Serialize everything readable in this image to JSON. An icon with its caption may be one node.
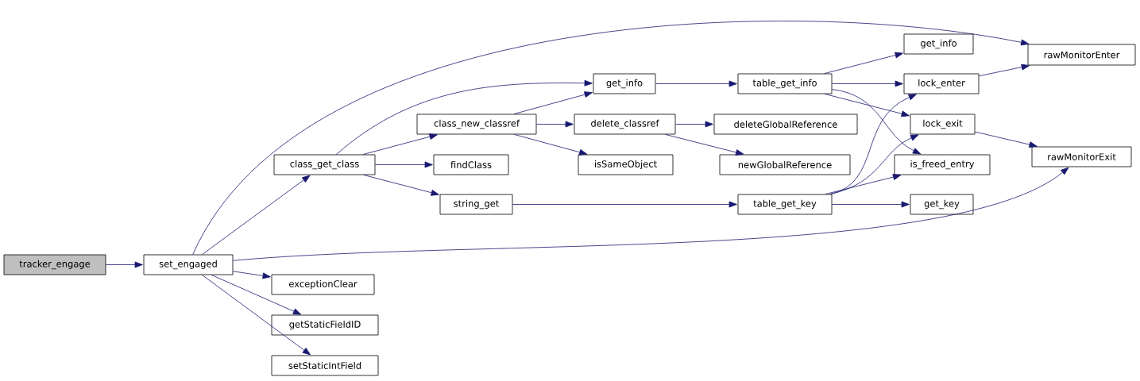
{
  "diagram": {
    "nodes": [
      {
        "text": [
          "tracker_engage"
        ]
      },
      {
        "text": [
          "set_engaged"
        ]
      },
      {
        "text": [
          "rawMonitorEnter"
        ]
      },
      {
        "text": [
          "get_info"
        ]
      },
      {
        "text": [
          "get_info"
        ]
      },
      {
        "text": [
          "table_get_info"
        ]
      },
      {
        "text": [
          "lock_enter"
        ]
      },
      {
        "text": [
          "class_new_classref"
        ]
      },
      {
        "text": [
          "delete_classref"
        ]
      },
      {
        "text": [
          "deleteGlobalReference"
        ]
      },
      {
        "text": [
          "lock_exit"
        ]
      },
      {
        "text": [
          "rawMonitorExit"
        ]
      },
      {
        "text": [
          "class_get_class"
        ]
      },
      {
        "text": [
          "findClass"
        ]
      },
      {
        "text": [
          "isSameObject"
        ]
      },
      {
        "text": [
          "newGlobalReference"
        ]
      },
      {
        "text": [
          "is_freed_entry"
        ]
      },
      {
        "text": [
          "string_get"
        ]
      },
      {
        "text": [
          "table_get_key"
        ]
      },
      {
        "text": [
          "get_key"
        ]
      },
      {
        "text": [
          "exceptionClear"
        ]
      },
      {
        "text": [
          "getStaticFieldID"
        ]
      },
      {
        "text": [
          "setStaticIntField"
        ]
      }
    ],
    "edges": [
      {
        "from": 0,
        "to": 1,
        "arrow": "to"
      },
      {
        "from": 1,
        "to": 2,
        "arrow": "to"
      },
      {
        "from": 1,
        "to": 12,
        "arrow": "to"
      },
      {
        "from": 1,
        "to": 11,
        "arrow": "to"
      },
      {
        "from": 1,
        "to": 20,
        "arrow": "to"
      },
      {
        "from": 1,
        "to": 21,
        "arrow": "to"
      },
      {
        "from": 1,
        "to": 22,
        "arrow": "to"
      },
      {
        "from": 12,
        "to": 4,
        "arrow": "to"
      },
      {
        "from": 12,
        "to": 7,
        "arrow": "to"
      },
      {
        "from": 12,
        "to": 13,
        "arrow": "to"
      },
      {
        "from": 12,
        "to": 17,
        "arrow": "to"
      },
      {
        "from": 7,
        "to": 4,
        "arrow": "to"
      },
      {
        "from": 7,
        "to": 8,
        "arrow": "to"
      },
      {
        "from": 7,
        "to": 14,
        "arrow": "to"
      },
      {
        "from": 8,
        "to": 9,
        "arrow": "to"
      },
      {
        "from": 8,
        "to": 15,
        "arrow": "to"
      },
      {
        "from": 4,
        "to": 5,
        "arrow": "to"
      },
      {
        "from": 5,
        "to": 3,
        "arrow": "to"
      },
      {
        "from": 5,
        "to": 6,
        "arrow": "to"
      },
      {
        "from": 5,
        "to": 10,
        "arrow": "to"
      },
      {
        "from": 5,
        "to": 16,
        "arrow": "to"
      },
      {
        "from": 6,
        "to": 2,
        "arrow": "to"
      },
      {
        "from": 10,
        "to": 11,
        "arrow": "to"
      },
      {
        "from": 17,
        "to": 18,
        "arrow": "to"
      },
      {
        "from": 18,
        "to": 6,
        "arrow": "to"
      },
      {
        "from": 18,
        "to": 10,
        "arrow": "to"
      },
      {
        "from": 18,
        "to": 16,
        "arrow": "to"
      },
      {
        "from": 18,
        "to": 19,
        "arrow": "to"
      }
    ]
  }
}
